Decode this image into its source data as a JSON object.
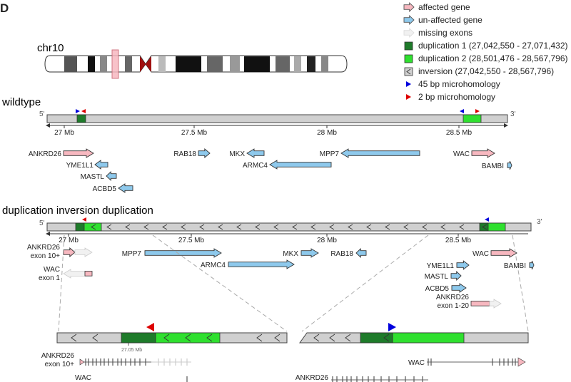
{
  "panel_letter": "D",
  "chromosome_label": "chr10",
  "legend": [
    {
      "label": "affected gene",
      "color": "#f7b8c0",
      "shape": "arrow"
    },
    {
      "label": "un-affected gene",
      "color": "#8ec9ec",
      "shape": "arrow"
    },
    {
      "label": "missing exons",
      "color": "#f1f1f1",
      "shape": "arrow"
    },
    {
      "label": "duplication 1 (27,042,550 - 27,071,432)",
      "color": "#1e7b2a",
      "shape": "box"
    },
    {
      "label": "duplication 2 (28,501,476 - 28,567,796)",
      "color": "#2fe02f",
      "shape": "box"
    },
    {
      "label": "inversion (27,042,550 - 28,567,796)",
      "color": "#d0d0d0",
      "shape": "inversion"
    },
    {
      "label": "45 bp microhomology",
      "color": "#0000dd",
      "shape": "triangle"
    },
    {
      "label": "2 bp microhomology",
      "color": "#dd0000",
      "shape": "triangle"
    }
  ],
  "wildtype": {
    "title": "wildtype",
    "five_prime": "5'",
    "three_prime": "3'",
    "ticks": [
      "27 Mb",
      "27.5 Mb",
      "28 Mb",
      "28.5 Mb"
    ],
    "genes": [
      "ANKRD26",
      "YME1L1",
      "MASTL",
      "ACBD5",
      "RAB18",
      "MKX",
      "ARMC4",
      "MPP7",
      "WAC",
      "BAMBI"
    ]
  },
  "did": {
    "title": "duplication inversion duplication",
    "five_prime": "5'",
    "three_prime": "3'",
    "ticks": [
      "27 Mb",
      "27.5 Mb",
      "28 Mb",
      "28.5 Mb"
    ],
    "genes": [
      "ANKRD26\nexon 10+",
      "WAC\nexon 1",
      "MPP7",
      "ARMC4",
      "MKX",
      "RAB18",
      "YME1L1",
      "MASTL",
      "ACBD5",
      "ANKRD26\nexon 1-20",
      "WAC",
      "BAMBI"
    ],
    "zoom_tick": "27.05 Mb"
  },
  "bottom_genes": [
    "ANKRD26\nexon 10+",
    "WAC",
    "WAC",
    "ANKRD26"
  ]
}
